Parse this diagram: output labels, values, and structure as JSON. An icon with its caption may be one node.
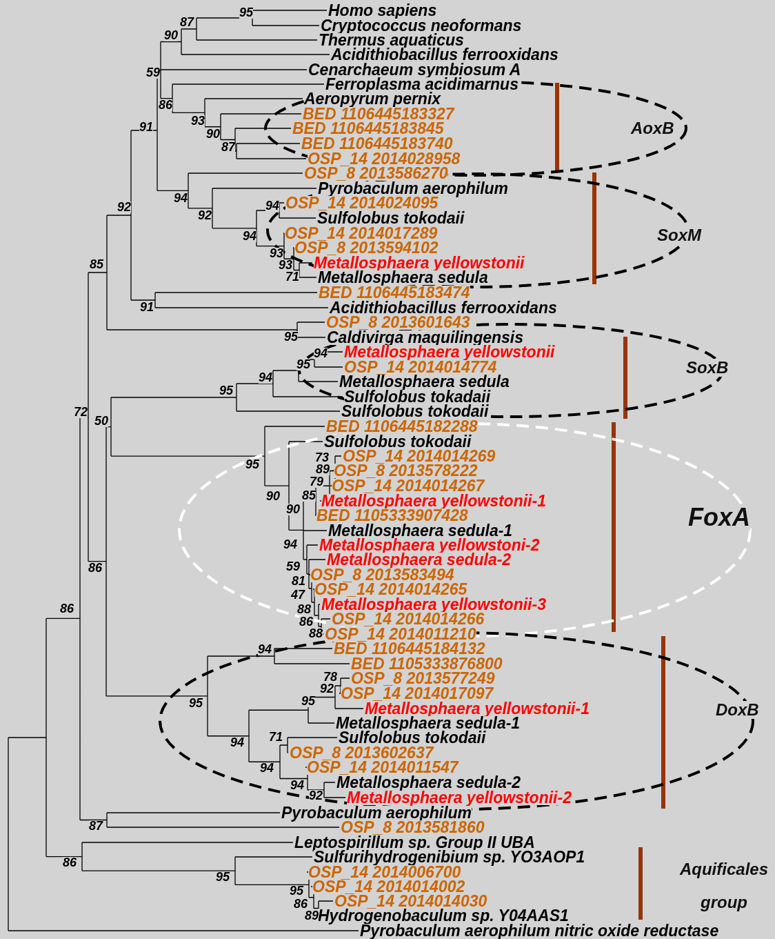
{
  "diagram": {
    "nodes": [
      {
        "text": [
          "AoxB"
        ]
      },
      {
        "text": [
          "SoxM"
        ]
      },
      {
        "text": [
          "SoxB"
        ]
      },
      {
        "text": [
          "FoxA"
        ]
      },
      {
        "text": [
          "DoxB"
        ]
      }
    ],
    "labels": [
      "Homo sapiens",
      "Cryptococcus neoformans",
      "Thermus aquaticus",
      "Acidithiobacillus ferrooxidans",
      "Cenarchaeum symbiosum A",
      "Ferroplasma acidimarnus",
      "Aeropyrum pernix",
      "BED 1106445183327",
      "BED 1106445183845",
      "BED 1106445183740",
      "OSP_14 2014028958",
      "OSP_8 2013586270",
      "Pyrobaculum aerophilum",
      "OSP_14 2014024095",
      "Sulfolobus tokodaii",
      "OSP_14 2014017289",
      "OSP_8 2013594102",
      "Metallosphaera yellowstonii",
      "Metallosphaera sedula",
      "BED 1106445183474",
      "Acidithiobacillus ferrooxidans",
      "OSP_8 2013601643",
      "Caldivirga maquilingensis",
      "Metallosphaera yellowstonii",
      "OSP_14 2014014774",
      "Metallosphaera sedula",
      "Sulfolobus tokadaii",
      "Sulfolobus tokodaii",
      "BED 1106445182288",
      "Sulfolobus tokodaii",
      "OSP_14 2014014269",
      "OSP_8 2013578222",
      "OSP_14 2014014267",
      "Metallosphaera yellowstonii-1",
      "BED 1105333907428",
      "Metallosphaera sedula-1",
      "Metallosphaera yellowstoni-2",
      "Metallosphaera sedula-2",
      "OSP_8 2013583494",
      "OSP_14 2014014265",
      "Metallosphaera yellowstonii-3",
      "OSP_14 2014014266",
      "OSP_14 2014011210",
      "BED 1106445184132",
      "BED 1105333876800",
      "OSP_8 2013577249",
      "OSP_14 2014017097",
      "Metallosphaera yellowstonii-1",
      "Metallosphaera sedula-1",
      "Sulfolobus tokodaii",
      "OSP_8 2013602637",
      "OSP_14 2014011547",
      "Metallosphaera sedula-2",
      "Metallosphaera yellowstonii-2",
      "Pyrobaculum aerophilum",
      "OSP_8 2013581860",
      "Leptospirillum sp. Group II UBA",
      "Sulfurihydrogenibium sp. YO3AOP1",
      "OSP_14 2014006700",
      "OSP_14 2014014002",
      "OSP_14 2014014030",
      "Hydrogenobaculum sp. Y04AAS1",
      "Pyrobaculum aerophilum nitric oxide reductase",
      "95",
      "87",
      "90",
      "59",
      "91",
      "86",
      "93",
      "90",
      "87",
      "94",
      "92",
      "94",
      "94",
      "93",
      "93",
      "71",
      "92",
      "85",
      "91",
      "95",
      "94",
      "95",
      "94",
      "95",
      "72",
      "50",
      "95",
      "90",
      "73",
      "89",
      "79",
      "85",
      "90",
      "94",
      "59",
      "81",
      "47",
      "88",
      "86",
      "88",
      "86",
      "86",
      "94",
      "78",
      "92",
      "95",
      "95",
      "71",
      "94",
      "94",
      "94",
      "92",
      "87",
      "86",
      "95",
      "95",
      "86",
      "89",
      "Aquificales group"
    ]
  }
}
